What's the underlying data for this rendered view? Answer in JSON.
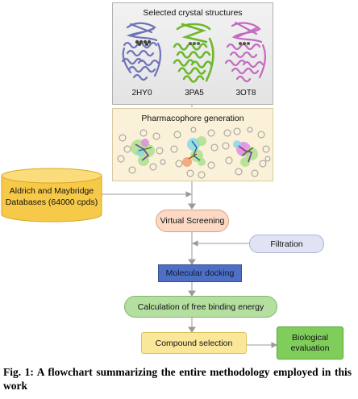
{
  "structures_panel": {
    "title": "Selected crystal structures",
    "structures": [
      {
        "id": "2HY0",
        "color": "#7b7fc4"
      },
      {
        "id": "3PA5",
        "color": "#6fbf2f"
      },
      {
        "id": "3OT8",
        "color": "#c86fc4"
      }
    ]
  },
  "pharmacophore_panel": {
    "title": "Pharmacophore generation"
  },
  "database": {
    "line1": "Aldrich and Maybridge",
    "line2": "Databases (64000 cpds)",
    "color": "#f7c948"
  },
  "steps": {
    "virtual_screening": "Virtual Screening",
    "filtration": "Filtration",
    "molecular_docking": "Molecular docking",
    "free_energy": "Calculation of free binding energy",
    "compound_selection": "Compound selection",
    "biological_line1": "Biological",
    "biological_line2": "evaluation"
  },
  "colors": {
    "virtual_screening": "#fbd9c4",
    "filtration": "#dfe3f3",
    "molecular_docking": "#4f6fc4",
    "free_energy": "#b4dfa0",
    "compound_selection": "#fbe79a",
    "biological": "#7fce5c"
  },
  "caption": {
    "text": "Fig. 1: A flowchart summarizing the entire methodology employed in this work"
  }
}
